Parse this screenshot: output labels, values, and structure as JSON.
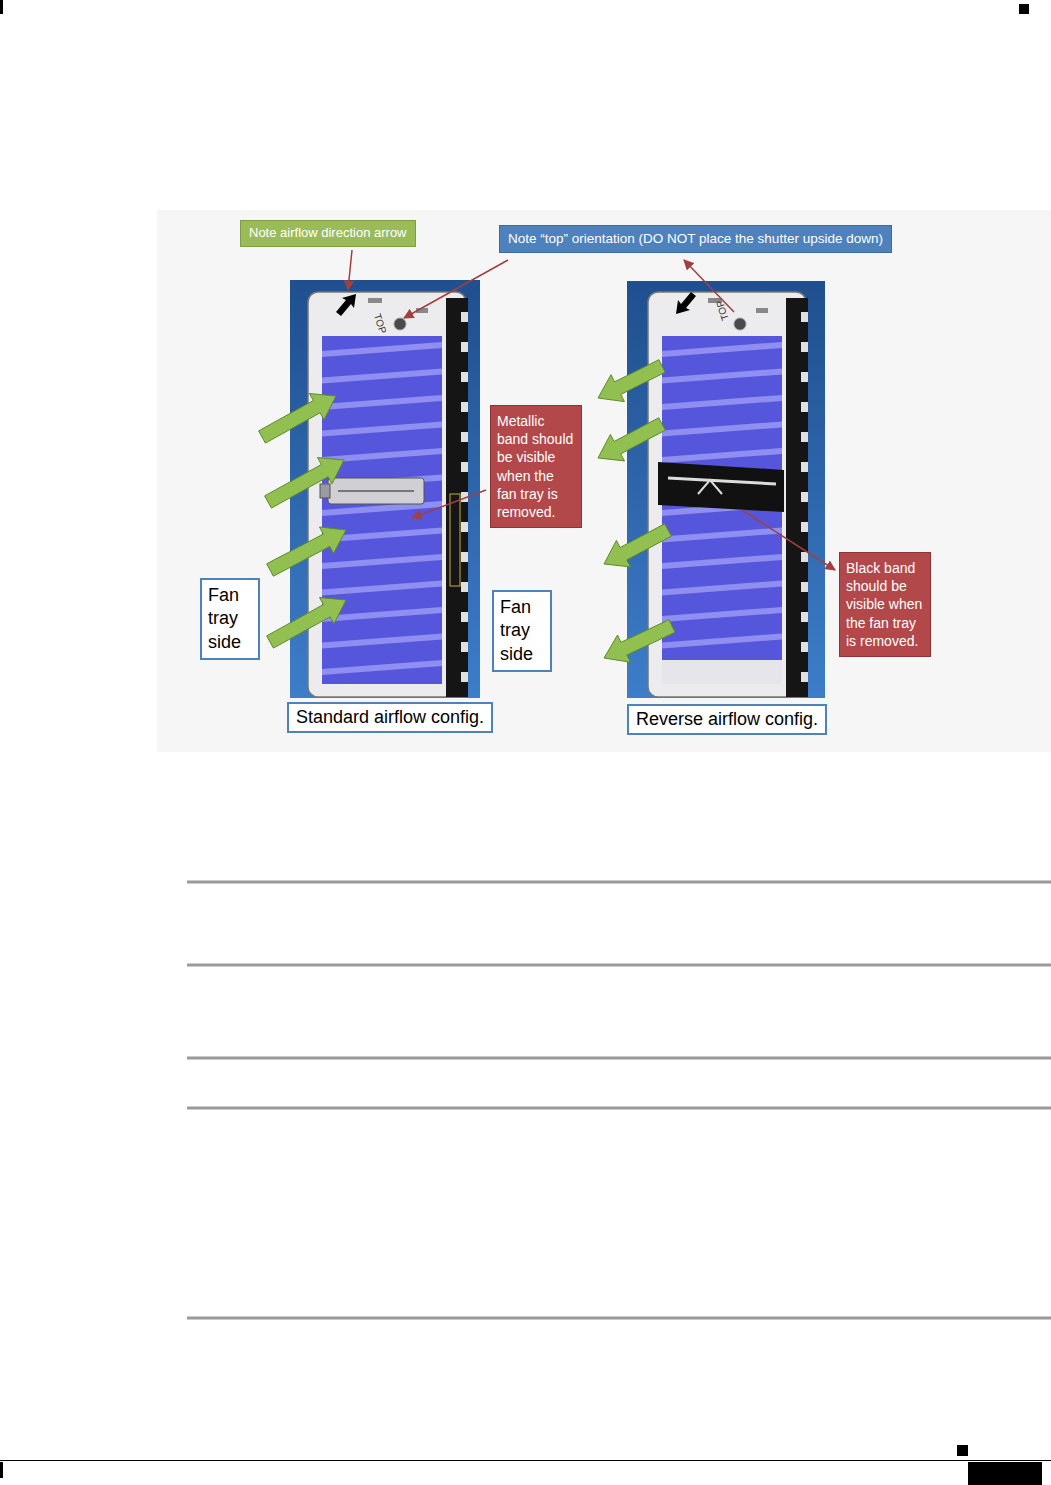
{
  "diagram": {
    "nodes": [
      {
        "text": [
          "Note airflow direction arrow"
        ]
      },
      {
        "text": [
          "Note “top” orientation (DO NOT place the shutter upside down)"
        ]
      },
      {
        "text": [
          "Metallic band should be visible when the fan tray is removed."
        ]
      },
      {
        "text": [
          "Black band should be visible when the fan tray is removed."
        ]
      },
      {
        "text": [
          "Fan tray side"
        ]
      },
      {
        "text": [
          "Fan tray side"
        ]
      },
      {
        "text": [
          "Standard airflow config."
        ]
      },
      {
        "text": [
          "Reverse airflow config."
        ]
      }
    ],
    "labels": [
      "TOP",
      "TOP"
    ]
  }
}
